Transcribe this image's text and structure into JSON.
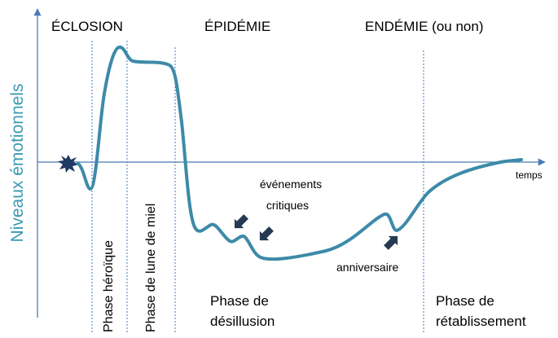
{
  "y_axis_label": "Niveaux émotionnels",
  "x_axis_label": "temps",
  "stages": {
    "eclosion": "ÉCLOSION",
    "epidemie": "ÉPIDÉMIE",
    "endemie": "ENDÉMIE (ou non)"
  },
  "phases": {
    "heroique": "Phase héroïque",
    "lune_de_miel": "Phase de lune de miel",
    "desillusion_line1": "Phase de",
    "desillusion_line2": "désillusion",
    "retablissement_line1": "Phase de",
    "retablissement_line2": "rétablissement"
  },
  "annotations": {
    "evenements_line1": "événements",
    "evenements_line2": "critiques",
    "anniversaire": "anniversaire"
  },
  "colors": {
    "curve": "#3d8aa8",
    "axis": "#4a7ab5",
    "y_label": "#3a9ab5",
    "arrow": "#263a52",
    "burst": "#1f3b63"
  },
  "icons": [
    "burst-icon",
    "arrow-icon"
  ]
}
